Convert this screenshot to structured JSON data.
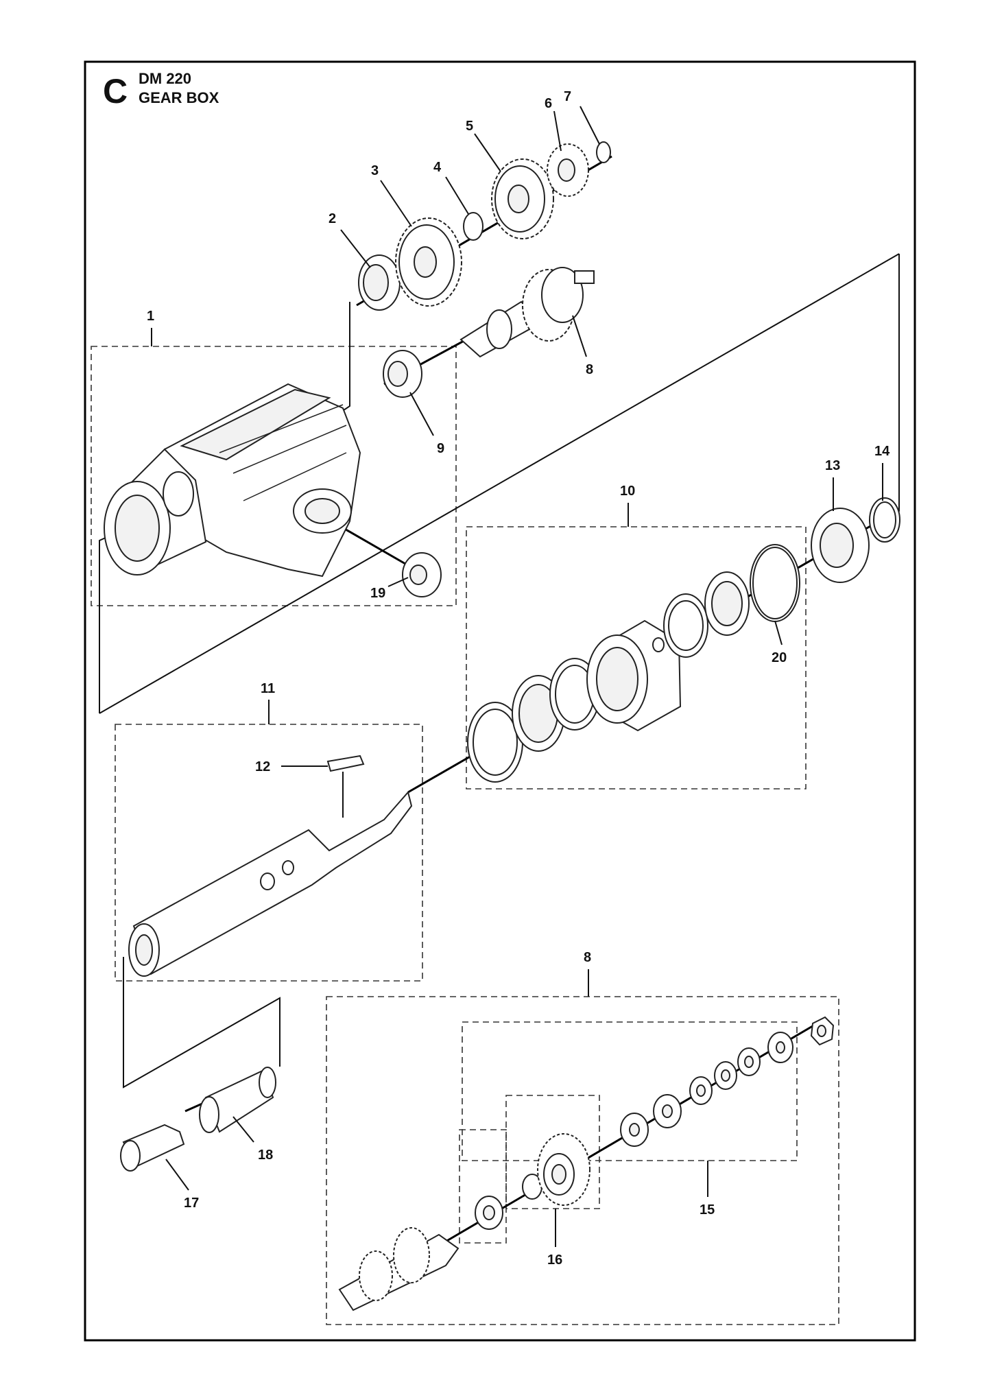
{
  "header": {
    "section_letter": "C",
    "model": "DM 220",
    "title": "GEAR BOX"
  },
  "callouts": [
    "1",
    "2",
    "3",
    "4",
    "5",
    "6",
    "7",
    "8",
    "9",
    "10",
    "11",
    "12",
    "13",
    "14",
    "15",
    "16",
    "17",
    "18",
    "19",
    "20",
    "8"
  ]
}
